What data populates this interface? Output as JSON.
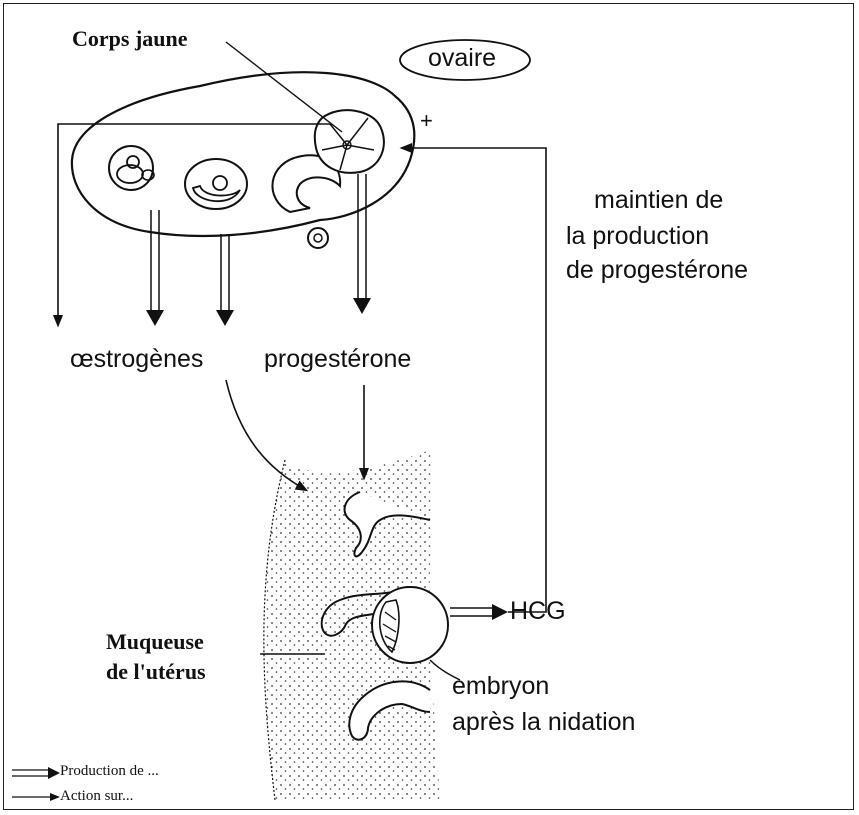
{
  "labels": {
    "corps_jaune": "Corps jaune",
    "ovaire": "ovaire",
    "plus_sign": "+",
    "maintien_line1": "maintien de",
    "maintien_line2": "la production",
    "maintien_line3": "de progestérone",
    "oestrogenes": "œstrogènes",
    "progesterone": "progestérone",
    "hcg": "HCG",
    "muqueuse_line1": "Muqueuse",
    "muqueuse_line2": "de l'utérus",
    "embryon_line1": "embryon",
    "embryon_line2": "après la nidation"
  },
  "legend": {
    "production": "Production de ...",
    "action": "Action sur..."
  },
  "arrow_types": {
    "double_arrow": "production",
    "single_arrow": "action"
  }
}
